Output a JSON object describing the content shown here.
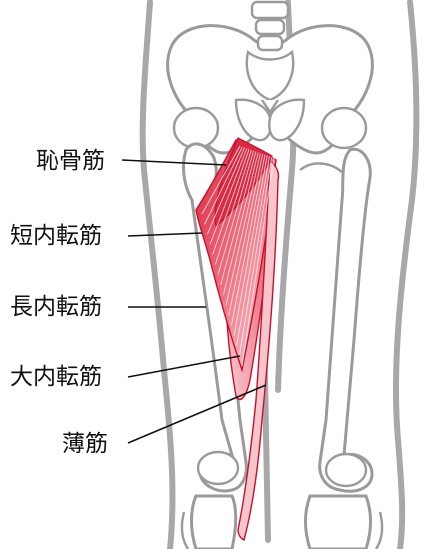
{
  "labels": [
    {
      "text": "恥骨筋",
      "muscle": "pectineus"
    },
    {
      "text": "短内転筋",
      "muscle": "adductor-brevis"
    },
    {
      "text": "長内転筋",
      "muscle": "adductor-longus"
    },
    {
      "text": "大内転筋",
      "muscle": "adductor-magnus"
    },
    {
      "text": "薄筋",
      "muscle": "gracilis"
    }
  ],
  "colors": {
    "bone_stroke": "#9a9a9a",
    "body_outline": "#a8a8a8",
    "muscle_dark": "#d8263f",
    "muscle_light": "#f6c6cc",
    "muscle_edge": "#c8102e",
    "text": "#111111"
  }
}
